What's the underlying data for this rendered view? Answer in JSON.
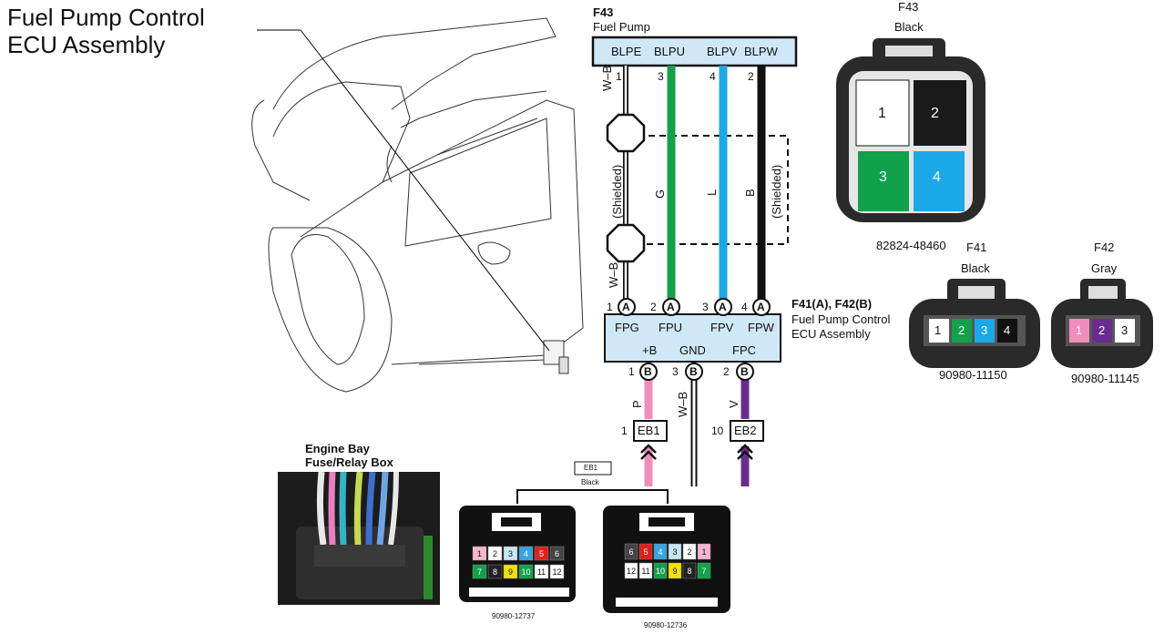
{
  "title": {
    "line1": "Fuel Pump Control",
    "line2": "ECU Assembly"
  },
  "colors": {
    "connector_fill": "#cfe8f7",
    "green": "#12a14b",
    "blue": "#1ba8e8",
    "black": "#111111",
    "pink": "#f08dbb",
    "purple": "#6a2d8f",
    "white": "#ffffff",
    "yellow": "#f5e100",
    "red": "#e0201b"
  },
  "f43_top": {
    "code": "F43",
    "name": "Fuel Pump",
    "pins": [
      "BLPE",
      "BLPU",
      "BLPV",
      "BLPW"
    ],
    "pin_numbers": [
      "1",
      "3",
      "4",
      "2"
    ]
  },
  "wire_labels": {
    "w1": "W–B",
    "w2": "G",
    "w3": "L",
    "w4": "B",
    "w5": "W–B",
    "shielded": "(Shielded)"
  },
  "ecu_connector": {
    "label": "F41(A), F42(B)",
    "name1": "Fuel Pump Control",
    "name2": "ECU Assembly",
    "top_pins": [
      "FPG",
      "FPU",
      "FPV",
      "FPW"
    ],
    "top_nums": [
      "1",
      "2",
      "3",
      "4"
    ],
    "bottom_pins": [
      "+B",
      "GND",
      "FPC"
    ],
    "bottom_nums": [
      "1",
      "3",
      "2"
    ],
    "badge_a": "A",
    "badge_b": "B"
  },
  "lower_wires": {
    "p": "P",
    "wb": "W–B",
    "v": "V"
  },
  "eb_badges": {
    "eb1": "EB1",
    "eb1_num": "1",
    "eb2": "EB2",
    "eb2_num": "10"
  },
  "connector_views": {
    "f43": {
      "code": "F43",
      "color": "Black",
      "part": "82824-48460",
      "pins": [
        "1",
        "2",
        "3",
        "4"
      ]
    },
    "f41": {
      "code": "F41",
      "color": "Black",
      "part": "90980-11150",
      "pins": [
        "1",
        "2",
        "3",
        "4"
      ]
    },
    "f42": {
      "code": "F42",
      "color": "Gray",
      "part": "90980-11145",
      "pins": [
        "1",
        "2",
        "3"
      ]
    }
  },
  "engine_bay": {
    "line1": "Engine Bay",
    "line2": "Fuse/Relay Box"
  },
  "eb1_block": {
    "code": "EB1",
    "color": "Black",
    "left_part": "90980-12737",
    "right_part": "90980-12736",
    "left_top": [
      "1",
      "2",
      "3",
      "4",
      "5",
      "6"
    ],
    "left_bottom": [
      "7",
      "8",
      "9",
      "10",
      "11",
      "12"
    ],
    "right_top": [
      "6",
      "5",
      "4",
      "3",
      "2",
      "1"
    ],
    "right_bottom": [
      "12",
      "11",
      "10",
      "9",
      "8",
      "7"
    ]
  }
}
